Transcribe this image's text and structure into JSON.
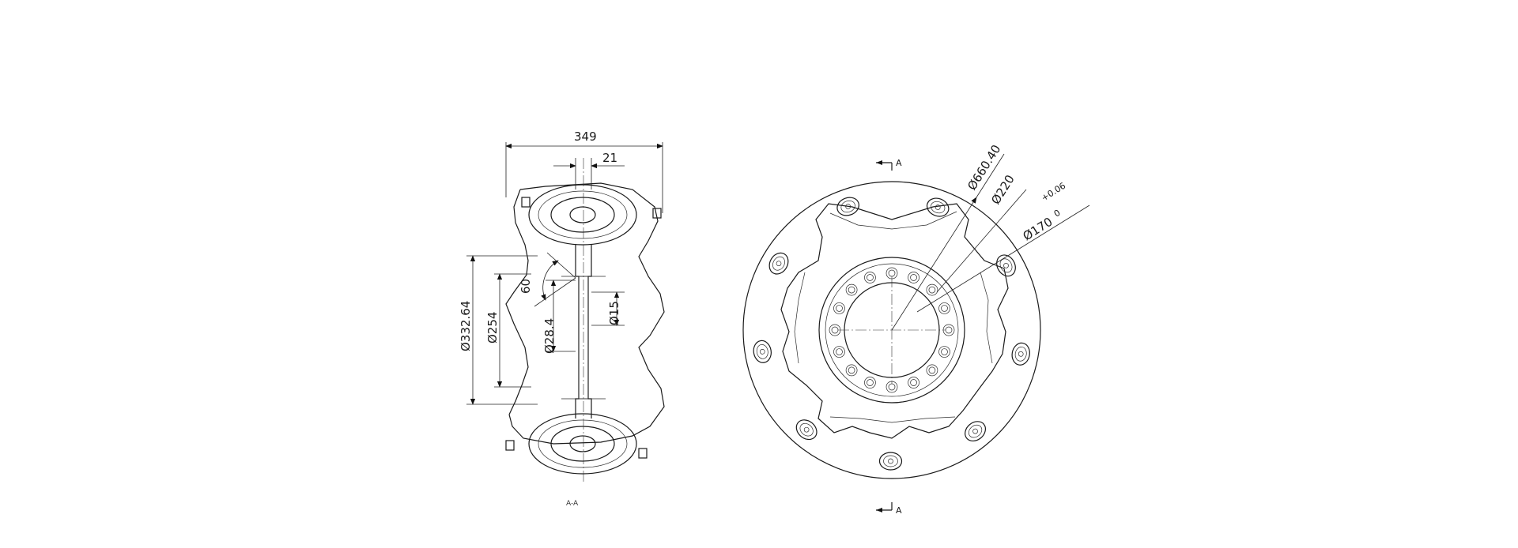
{
  "section_view": {
    "caption": "A-A",
    "dims": {
      "overall_width": "349",
      "hub_width": "21",
      "diameter_outer": "Ø332.64",
      "diameter_inner": "Ø254",
      "angle": "60",
      "diameter_shaft": "Ø28.4",
      "diameter_pin": "Ø15"
    }
  },
  "front_view": {
    "section_mark_top": "A",
    "section_mark_bottom": "A",
    "dims": {
      "d_outer": "Ø660.40",
      "d_hub": "Ø220",
      "d_bore": "Ø170",
      "tol_upper": "+0.06",
      "tol_lower": "0"
    }
  }
}
